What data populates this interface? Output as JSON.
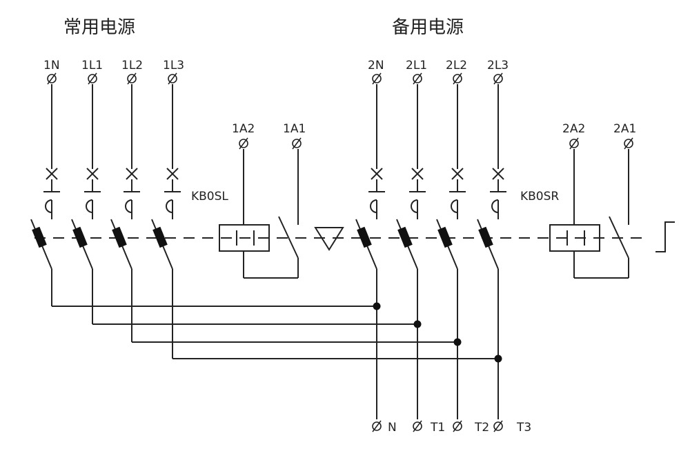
{
  "titles": {
    "normal_source": "常用电源",
    "backup_source": "备用电源"
  },
  "terminals": {
    "normal": [
      "1N",
      "1L1",
      "1L2",
      "1L3"
    ],
    "backup": [
      "2N",
      "2L1",
      "2L2",
      "2L3"
    ],
    "coil_left": [
      "1A2",
      "1A1"
    ],
    "coil_right": [
      "2A2",
      "2A1"
    ],
    "outputs": [
      "N",
      "T1",
      "T2",
      "T3"
    ]
  },
  "labels": {
    "left_switch": "KB0SL",
    "right_switch": "KB0SR"
  }
}
